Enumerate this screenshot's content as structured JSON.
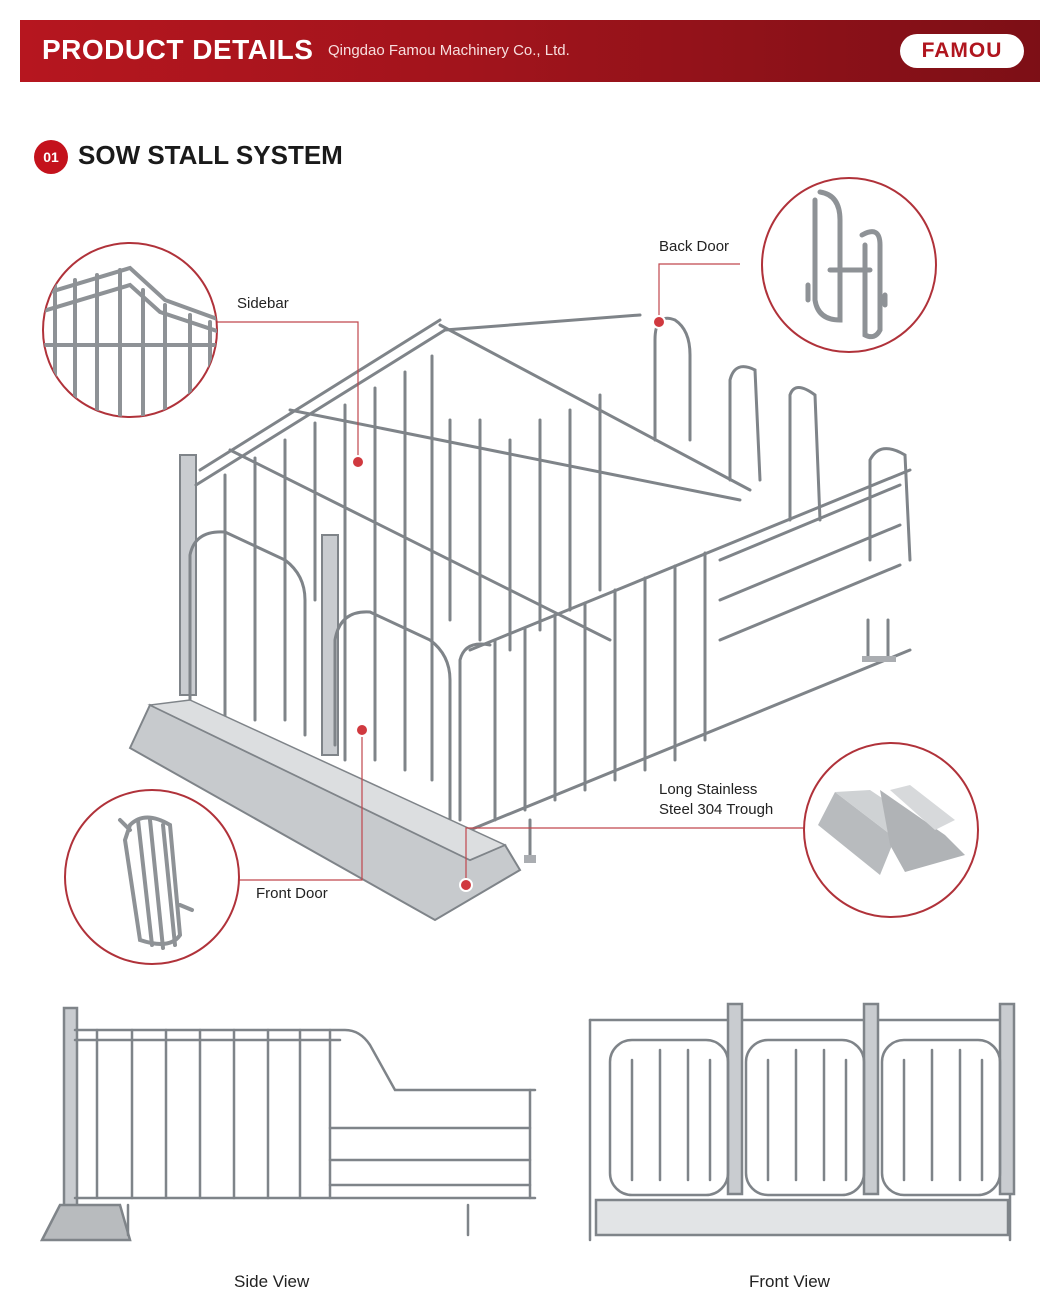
{
  "header": {
    "title": "PRODUCT DETAILS",
    "company": "Qingdao Famou Machinery Co., Ltd.",
    "logo": "FAMOU"
  },
  "section": {
    "number": "01",
    "title": "SOW STALL SYSTEM"
  },
  "callouts": {
    "sidebar": "Sidebar",
    "back_door": "Back Door",
    "front_door": "Front Door",
    "trough_line1": "Long Stainless",
    "trough_line2": "Steel 304 Trough"
  },
  "views": {
    "side": "Side View",
    "front": "Front View"
  },
  "colors": {
    "brand_red": "#b0151e",
    "header_red": "#a1141c",
    "callout_line": "#c0474d",
    "metal": "#8e9296"
  }
}
